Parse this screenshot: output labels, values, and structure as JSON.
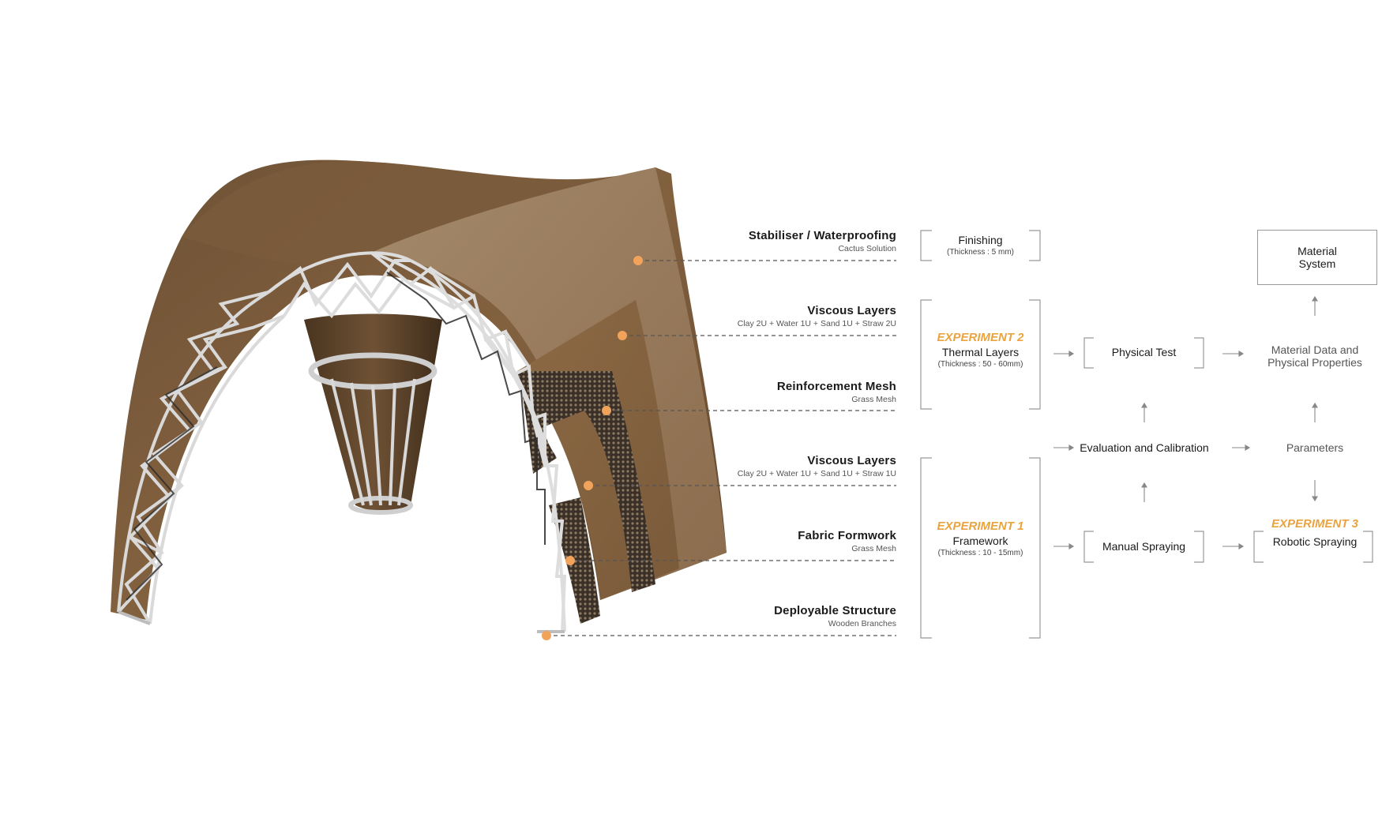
{
  "layers": [
    {
      "title": "Stabiliser / Waterproofing",
      "subtitle": "Cactus Solution"
    },
    {
      "title": "Viscous Layers",
      "subtitle": "Clay 2U + Water 1U + Sand 1U + Straw 2U"
    },
    {
      "title": "Reinforcement Mesh",
      "subtitle": "Grass Mesh"
    },
    {
      "title": "Viscous Layers",
      "subtitle": "Clay 2U + Water 1U + Sand 1U + Straw 1U"
    },
    {
      "title": "Fabric Formwork",
      "subtitle": "Grass Mesh"
    },
    {
      "title": "Deployable Structure",
      "subtitle": "Wooden Branches"
    }
  ],
  "stages": {
    "finishing": {
      "title": "Finishing",
      "detail": "(Thickness : 5 mm)"
    },
    "experiment2": {
      "tag": "EXPERIMENT 2",
      "title": "Thermal Layers",
      "detail": "(Thickness : 50 - 60mm)"
    },
    "experiment1": {
      "tag": "EXPERIMENT 1",
      "title": "Framework",
      "detail": "(Thickness : 10 - 15mm)"
    }
  },
  "flow": {
    "physical_test": "Physical Test",
    "evaluation": "Evaluation and Calibration",
    "manual_spraying": "Manual Spraying",
    "material_data_line1": "Material Data and",
    "material_data_line2": "Physical Properties",
    "parameters": "Parameters",
    "experiment3_tag": "EXPERIMENT 3",
    "robotic_spraying": "Robotic Spraying",
    "material_system_line1": "Material",
    "material_system_line2": "System"
  },
  "colors": {
    "accent": "#e9a33f",
    "earth_dark": "#6b4f33",
    "earth_mid": "#8a6a47",
    "earth_light": "#a8886a",
    "frame": "#d9d9d9"
  }
}
